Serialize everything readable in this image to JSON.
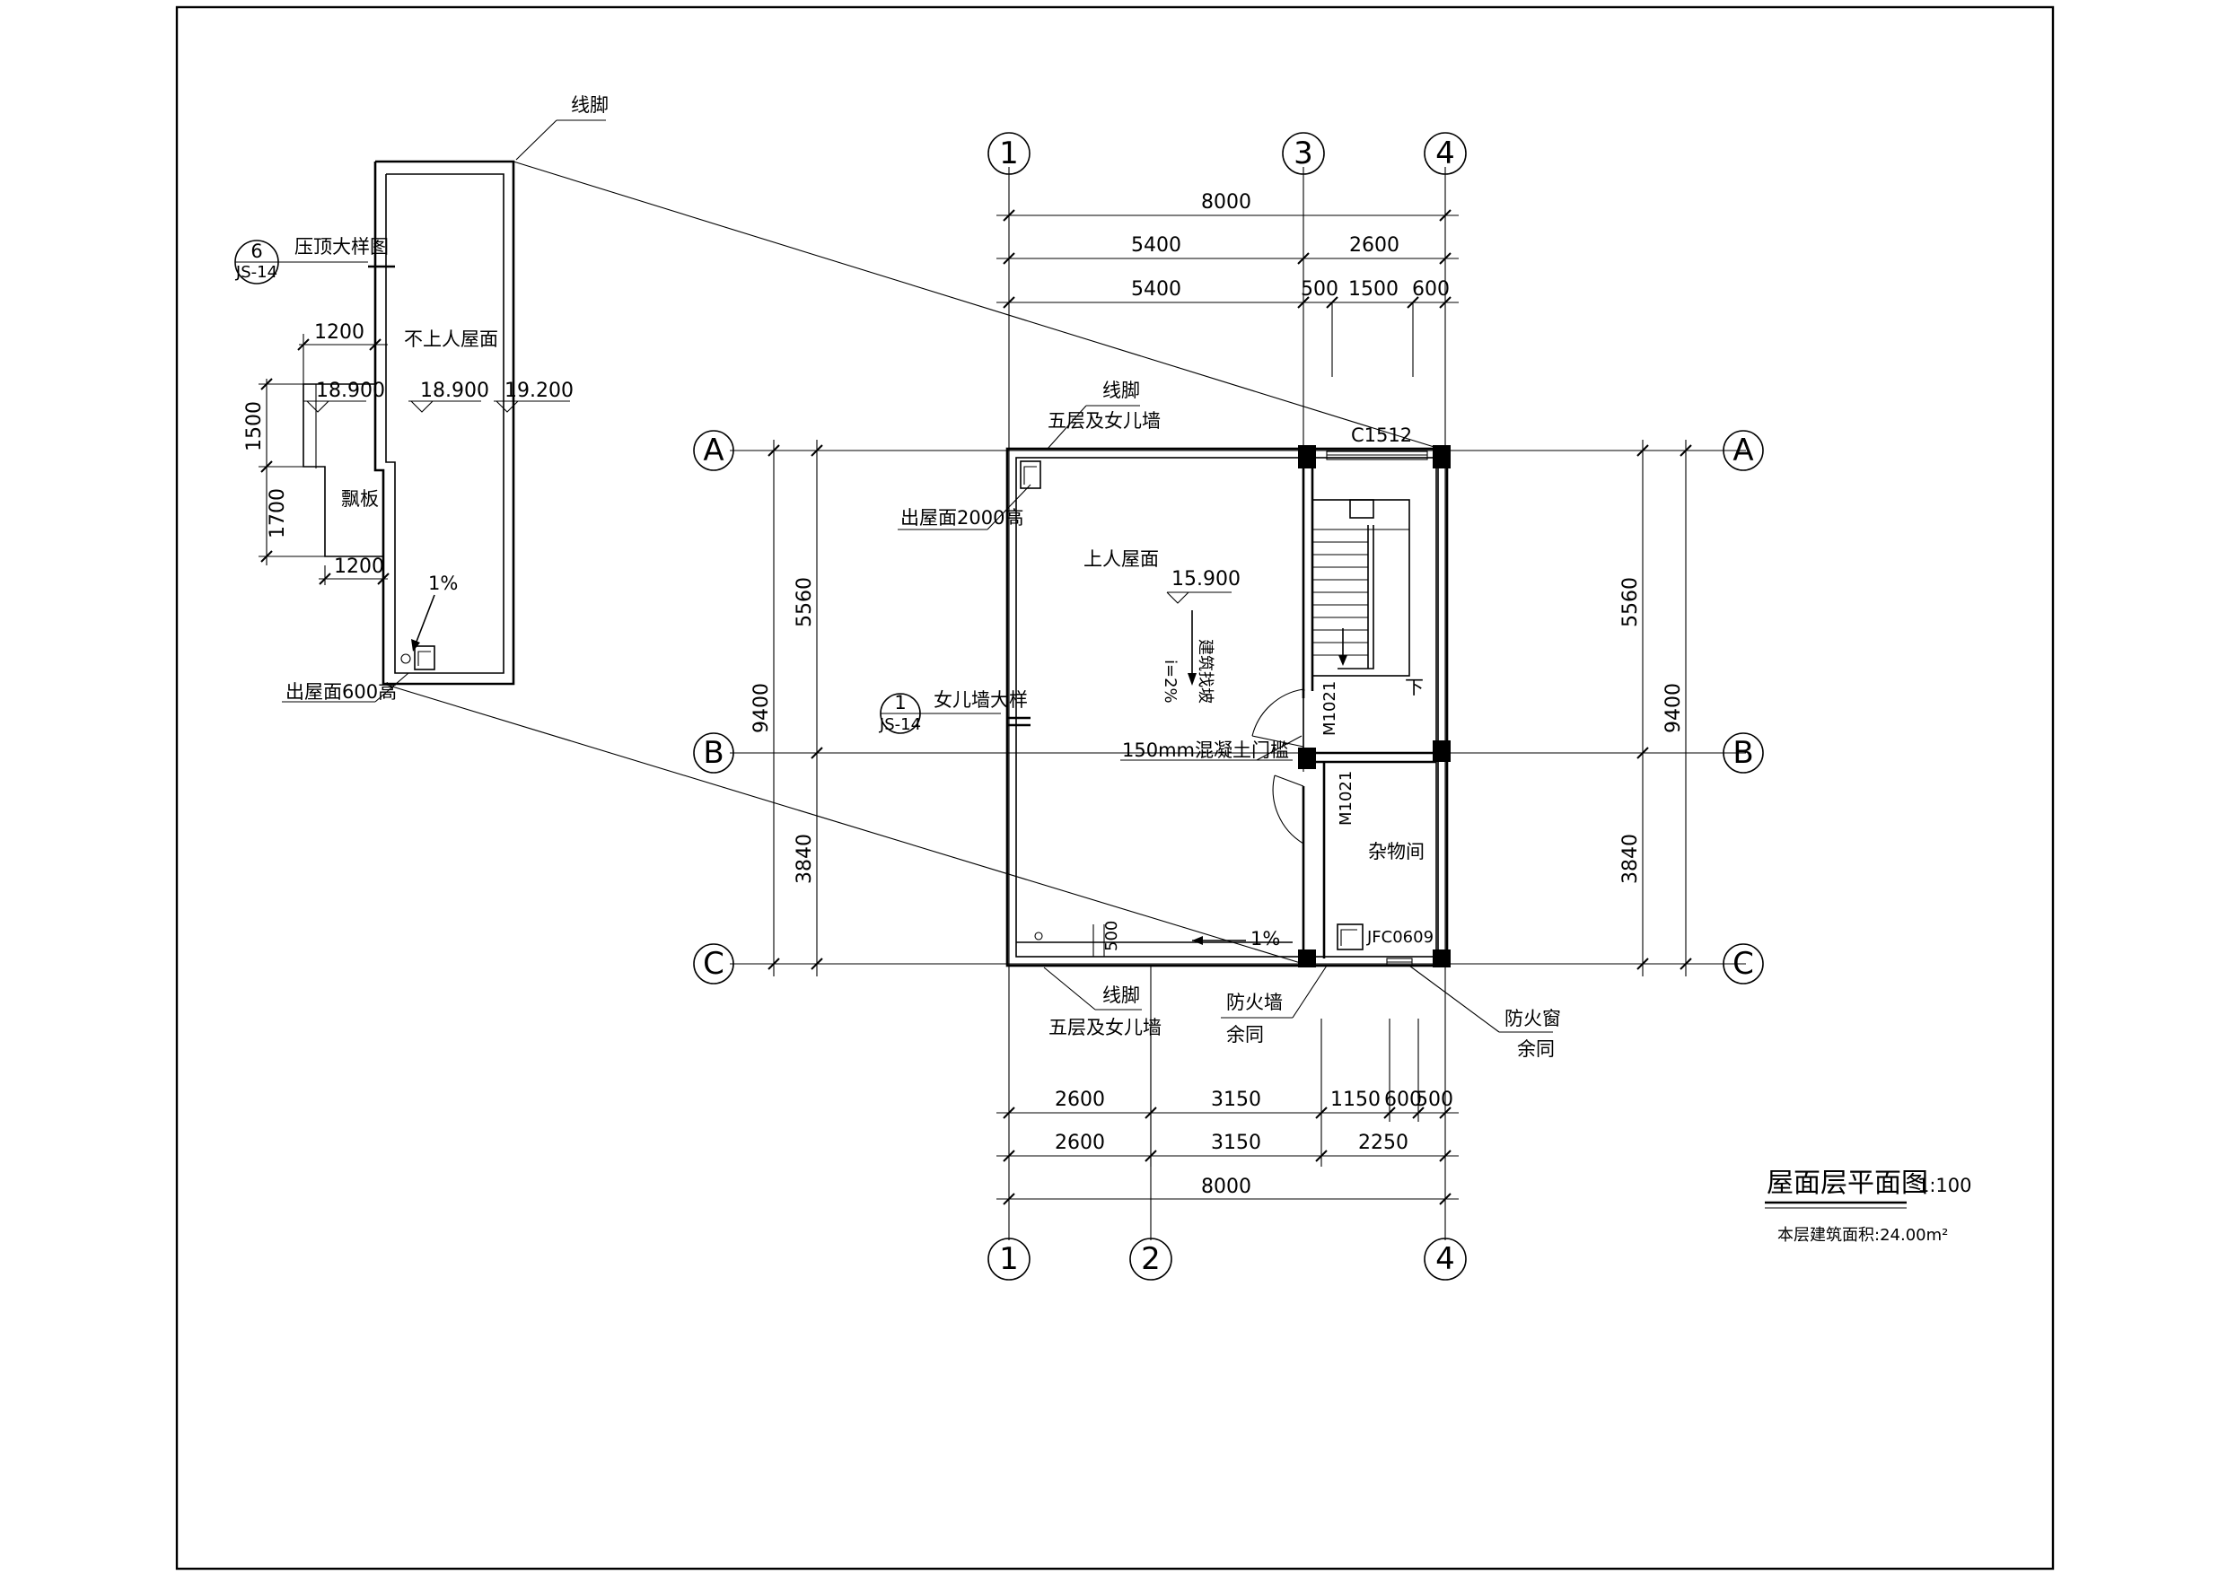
{
  "drawing": {
    "title": "屋面层平面图",
    "scale": "1:100",
    "area_note": "本层建筑面积:24.00m²"
  },
  "axes": {
    "top": [
      "1",
      "3",
      "4"
    ],
    "bottom": [
      "1",
      "2",
      "4"
    ],
    "left": [
      "A",
      "B",
      "C"
    ],
    "right": [
      "A",
      "B",
      "C"
    ]
  },
  "dimensions": {
    "top_total": "8000",
    "top_row1": [
      "5400",
      "2600"
    ],
    "top_row2": [
      "5400",
      "500",
      "1500",
      "600"
    ],
    "bottom_row1": [
      "2600",
      "3150",
      "1150",
      "600",
      "500"
    ],
    "bottom_row2": [
      "2600",
      "3150",
      "2250"
    ],
    "bottom_total": "8000",
    "left_outer": "9400",
    "left_inner": [
      "5560",
      "3840"
    ],
    "right_inner": [
      "5560",
      "3840"
    ],
    "right_outer": "9400"
  },
  "detail": {
    "callout_num": "6",
    "callout_ref": "JS-14",
    "callout_label": "压顶大样图",
    "roof_label": "不上人屋面",
    "elevations": [
      "18.900",
      "18.900",
      "19.200"
    ],
    "dims": [
      "1200",
      "1500",
      "1700",
      "1200"
    ],
    "canopy_label": "飘板",
    "slope": "1%",
    "outlet_note": "出屋面600高",
    "line_note": "线脚"
  },
  "plan": {
    "roof_label": "上人屋面",
    "roof_elevation": "15.900",
    "slope": "i=2%",
    "slope_note": "建筑找坡",
    "outlet_note": "出屋面2000高",
    "callout_num": "1",
    "callout_ref": "JS-14",
    "parapet_note": "女儿墙大样",
    "window_top": "C1512",
    "door1": "M1021",
    "door2": "M1021",
    "sill_note": "150mm混凝土门槛",
    "stair_note": "下",
    "storage_label": "杂物间",
    "window_small": "JFC0609",
    "gutter_dim": "500",
    "gutter_slope": "1%",
    "line_top": "线脚",
    "line_top_sub": "五层及女儿墙",
    "line_bottom": "线脚",
    "line_bottom_sub": "五层及女儿墙",
    "firewall": "防火墙",
    "firewall_sub": "余同",
    "firewindow": "防火窗",
    "firewindow_sub": "余同"
  }
}
